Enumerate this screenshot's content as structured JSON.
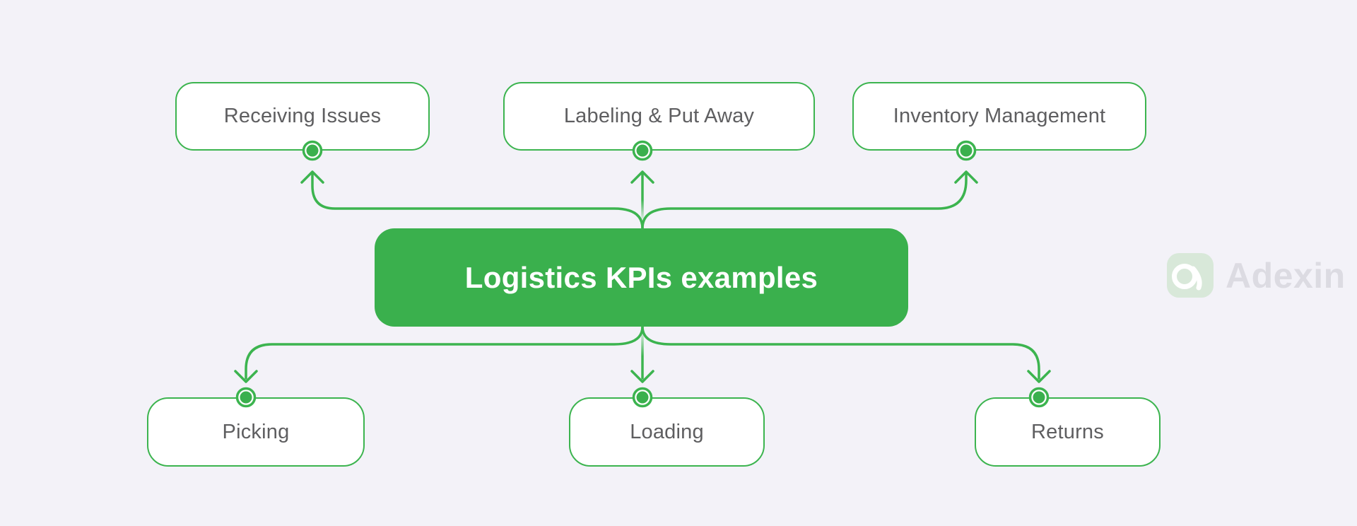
{
  "title": {
    "label": "Logistics KPIs examples"
  },
  "nodes": {
    "top": [
      {
        "id": "receiving-issues",
        "label": "Receiving Issues"
      },
      {
        "id": "labeling-put-away",
        "label": "Labeling & Put Away"
      },
      {
        "id": "inventory-management",
        "label": "Inventory Management"
      }
    ],
    "bottom": [
      {
        "id": "picking",
        "label": "Picking"
      },
      {
        "id": "loading",
        "label": "Loading"
      },
      {
        "id": "returns",
        "label": "Returns"
      }
    ]
  },
  "edges": [
    {
      "from": "logistics-kpis-examples",
      "to": "receiving-issues"
    },
    {
      "from": "logistics-kpis-examples",
      "to": "labeling-put-away"
    },
    {
      "from": "logistics-kpis-examples",
      "to": "inventory-management"
    },
    {
      "from": "logistics-kpis-examples",
      "to": "picking"
    },
    {
      "from": "logistics-kpis-examples",
      "to": "loading"
    },
    {
      "from": "logistics-kpis-examples",
      "to": "returns"
    }
  ],
  "logo": {
    "text": "Adexin"
  },
  "colors": {
    "background": "#f3f2f8",
    "center_fill": "#3ab04d",
    "line_green": "#3cb44f",
    "node_border": "#3cb44f",
    "node_background": "#ffffff",
    "node_text": "#5e5e60",
    "title_text": "#ffffff",
    "logo_tile": "#d8e8d9",
    "logo_text": "#dcdbe2"
  }
}
